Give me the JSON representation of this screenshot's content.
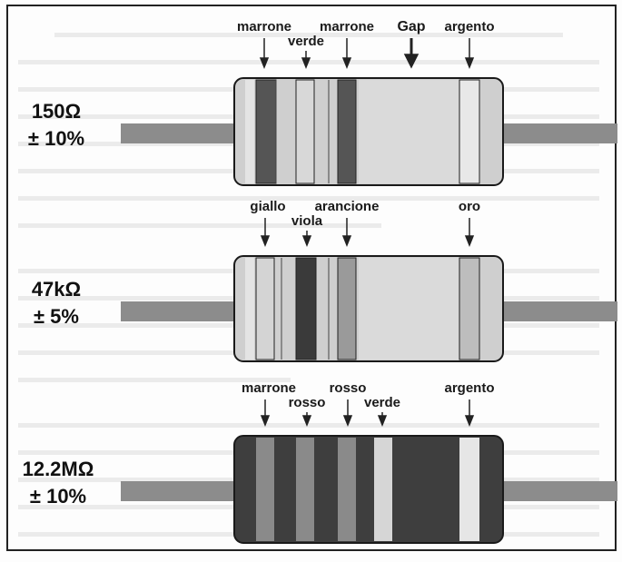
{
  "resistors": [
    {
      "value": "150Ω",
      "tolerance": "± 10%",
      "labels": [
        {
          "text": "marrone",
          "row": 0
        },
        {
          "text": "verde",
          "row": 1
        },
        {
          "text": "marrone",
          "row": 0
        },
        {
          "text": "Gap",
          "row": 0,
          "bold": true
        },
        {
          "text": "argento",
          "row": 0
        }
      ],
      "bands": [
        "marrone",
        "verde",
        "marrone",
        "argento"
      ]
    },
    {
      "value": "47kΩ",
      "tolerance": "± 5%",
      "labels": [
        {
          "text": "giallo",
          "row": 0
        },
        {
          "text": "viola",
          "row": 1
        },
        {
          "text": "arancione",
          "row": 0
        },
        {
          "text": "oro",
          "row": 0
        }
      ],
      "bands": [
        "giallo",
        "viola",
        "arancione",
        "oro"
      ]
    },
    {
      "value": "12.2MΩ",
      "tolerance": "± 10%",
      "labels": [
        {
          "text": "marrone",
          "row": 0
        },
        {
          "text": "rosso",
          "row": 1
        },
        {
          "text": "rosso",
          "row": 0
        },
        {
          "text": "verde",
          "row": 1
        },
        {
          "text": "argento",
          "row": 0
        }
      ],
      "bands": [
        "marrone",
        "rosso",
        "rosso",
        "verde",
        "argento"
      ]
    }
  ],
  "colors": {
    "lead": "#8c8c8c",
    "body_light": "#cfcfcf",
    "body_dark": "#3e3e3e",
    "outline": "#1a1a1a"
  }
}
